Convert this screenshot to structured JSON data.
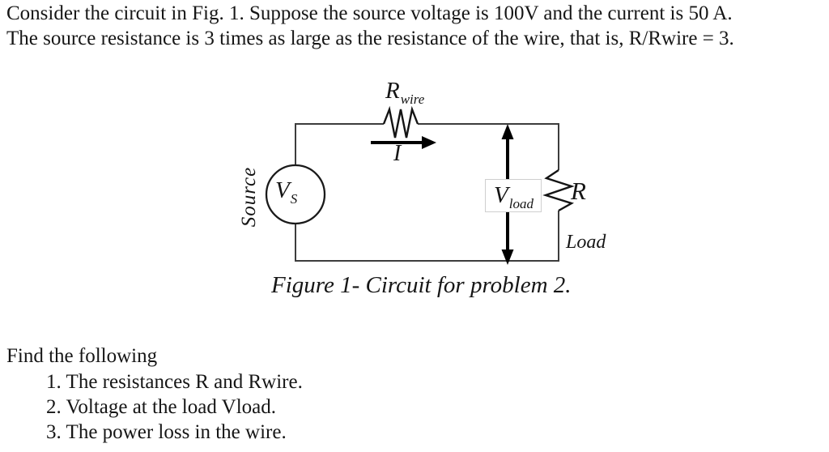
{
  "problem": {
    "line1": "Consider the circuit in Fig. 1. Suppose the source voltage is 100V and the current is 50 A.",
    "line2": "The source resistance is 3 times as large as the resistance of the wire, that is, R/Rwire = 3."
  },
  "circuit": {
    "wire_resistor": {
      "main": "R",
      "sub": "wire"
    },
    "current_label": "I",
    "source_label": "Source",
    "source_voltage": {
      "main": "V",
      "sub": "S"
    },
    "load_voltage": {
      "main": "V",
      "sub": "load"
    },
    "load_resistor": "R",
    "load_label": "Load"
  },
  "caption": "Figure 1- Circuit for problem 2.",
  "tasks": {
    "heading": "Find the following",
    "items": [
      "1. The resistances R and Rwire.",
      "2. Voltage at the load Vload.",
      "3. The power loss in the wire."
    ]
  },
  "colors": {
    "ink": "#161616",
    "wire": "#3d3d3d",
    "arrow": "#000000",
    "background": "#ffffff"
  }
}
